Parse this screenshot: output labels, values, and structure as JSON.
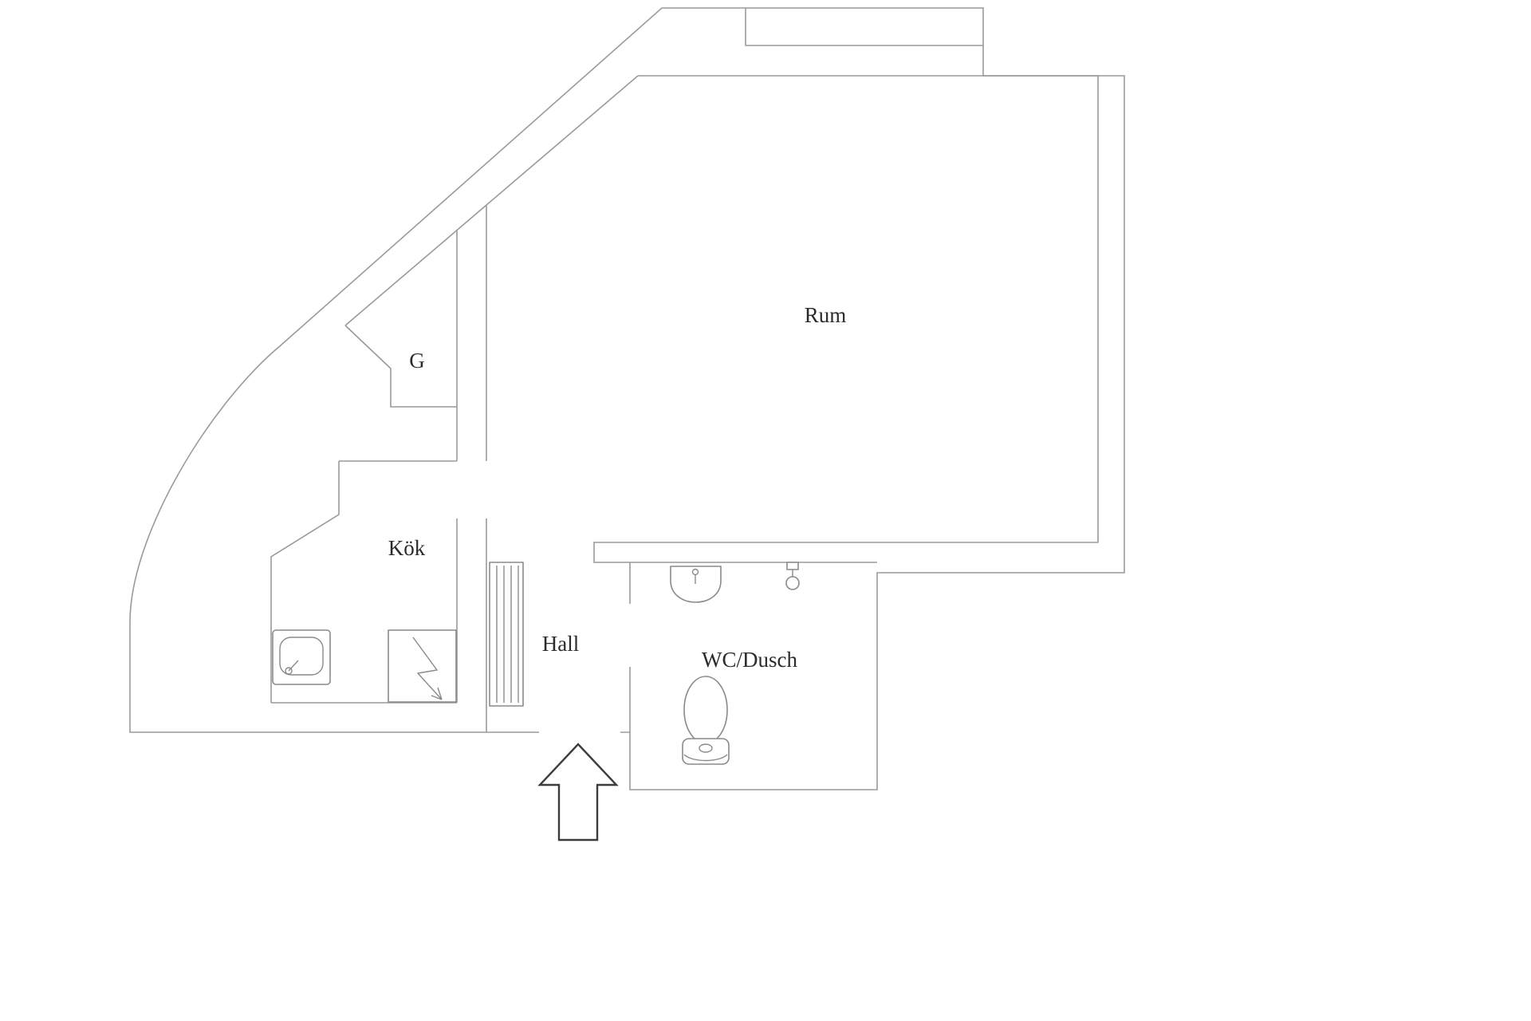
{
  "floorplan": {
    "rooms": {
      "rum": {
        "label": "Rum"
      },
      "g": {
        "label": "G"
      },
      "kok": {
        "label": "Kök"
      },
      "hall": {
        "label": "Hall"
      },
      "wc": {
        "label": "WC/Dusch"
      }
    },
    "fixtures": {
      "kitchen_sink": "kitchen-sink-icon",
      "stove": "stove-lightning-icon",
      "radiator": "radiator-icon",
      "washbasin": "washbasin-icon",
      "shower": "shower-mixer-icon",
      "toilet": "toilet-icon",
      "entrance": "entrance-arrow-icon",
      "window": "window-niche"
    },
    "colors": {
      "background": "#ffffff",
      "wall": "#9a9a9a",
      "fixture": "#8a8a8a",
      "text": "#2b2b2b",
      "arrow": "#3c3c3c"
    }
  }
}
